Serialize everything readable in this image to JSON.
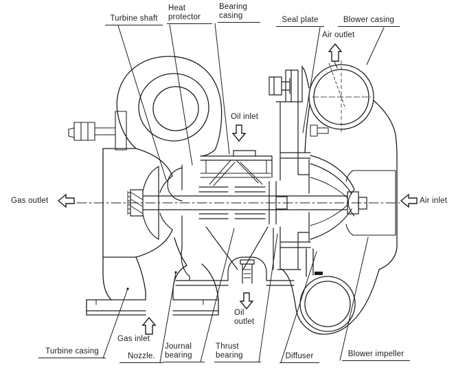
{
  "diagram": {
    "subject": "Turbocharger sectional diagram",
    "colors": {
      "ink": "#1c1c1c",
      "background": "#ffffff"
    },
    "part_labels": {
      "turbine_shaft": {
        "text": "Turbine shaft"
      },
      "heat_protector": {
        "line1": "Heat",
        "line2": "protector"
      },
      "bearing_casing": {
        "line1": "Bearing",
        "line2": "casing"
      },
      "seal_plate": {
        "text": "Seal plate"
      },
      "blower_casing": {
        "text": "Blower casing"
      },
      "turbine_casing": {
        "text": "Turbine casing"
      },
      "nozzle": {
        "text": "Nozzle."
      },
      "journal_bearing": {
        "line1": "Journal",
        "line2": "bearing"
      },
      "thrust_bearing": {
        "line1": "Thrust",
        "line2": "bearing"
      },
      "diffuser": {
        "text": "Diffuser"
      },
      "blower_impeller": {
        "text": "Blower impeller"
      }
    },
    "flow_labels": {
      "air_outlet": {
        "text": "Air outlet",
        "direction": "up"
      },
      "oil_inlet": {
        "text": "Oil inlet",
        "direction": "down"
      },
      "gas_outlet": {
        "text": "Gas outlet",
        "direction": "left"
      },
      "air_inlet": {
        "text": "Air inlet",
        "direction": "left"
      },
      "gas_inlet": {
        "text": "Gas inlet",
        "direction": "up"
      },
      "oil_outlet": {
        "line1": "Oil",
        "line2": "outlet",
        "direction": "down"
      }
    }
  }
}
